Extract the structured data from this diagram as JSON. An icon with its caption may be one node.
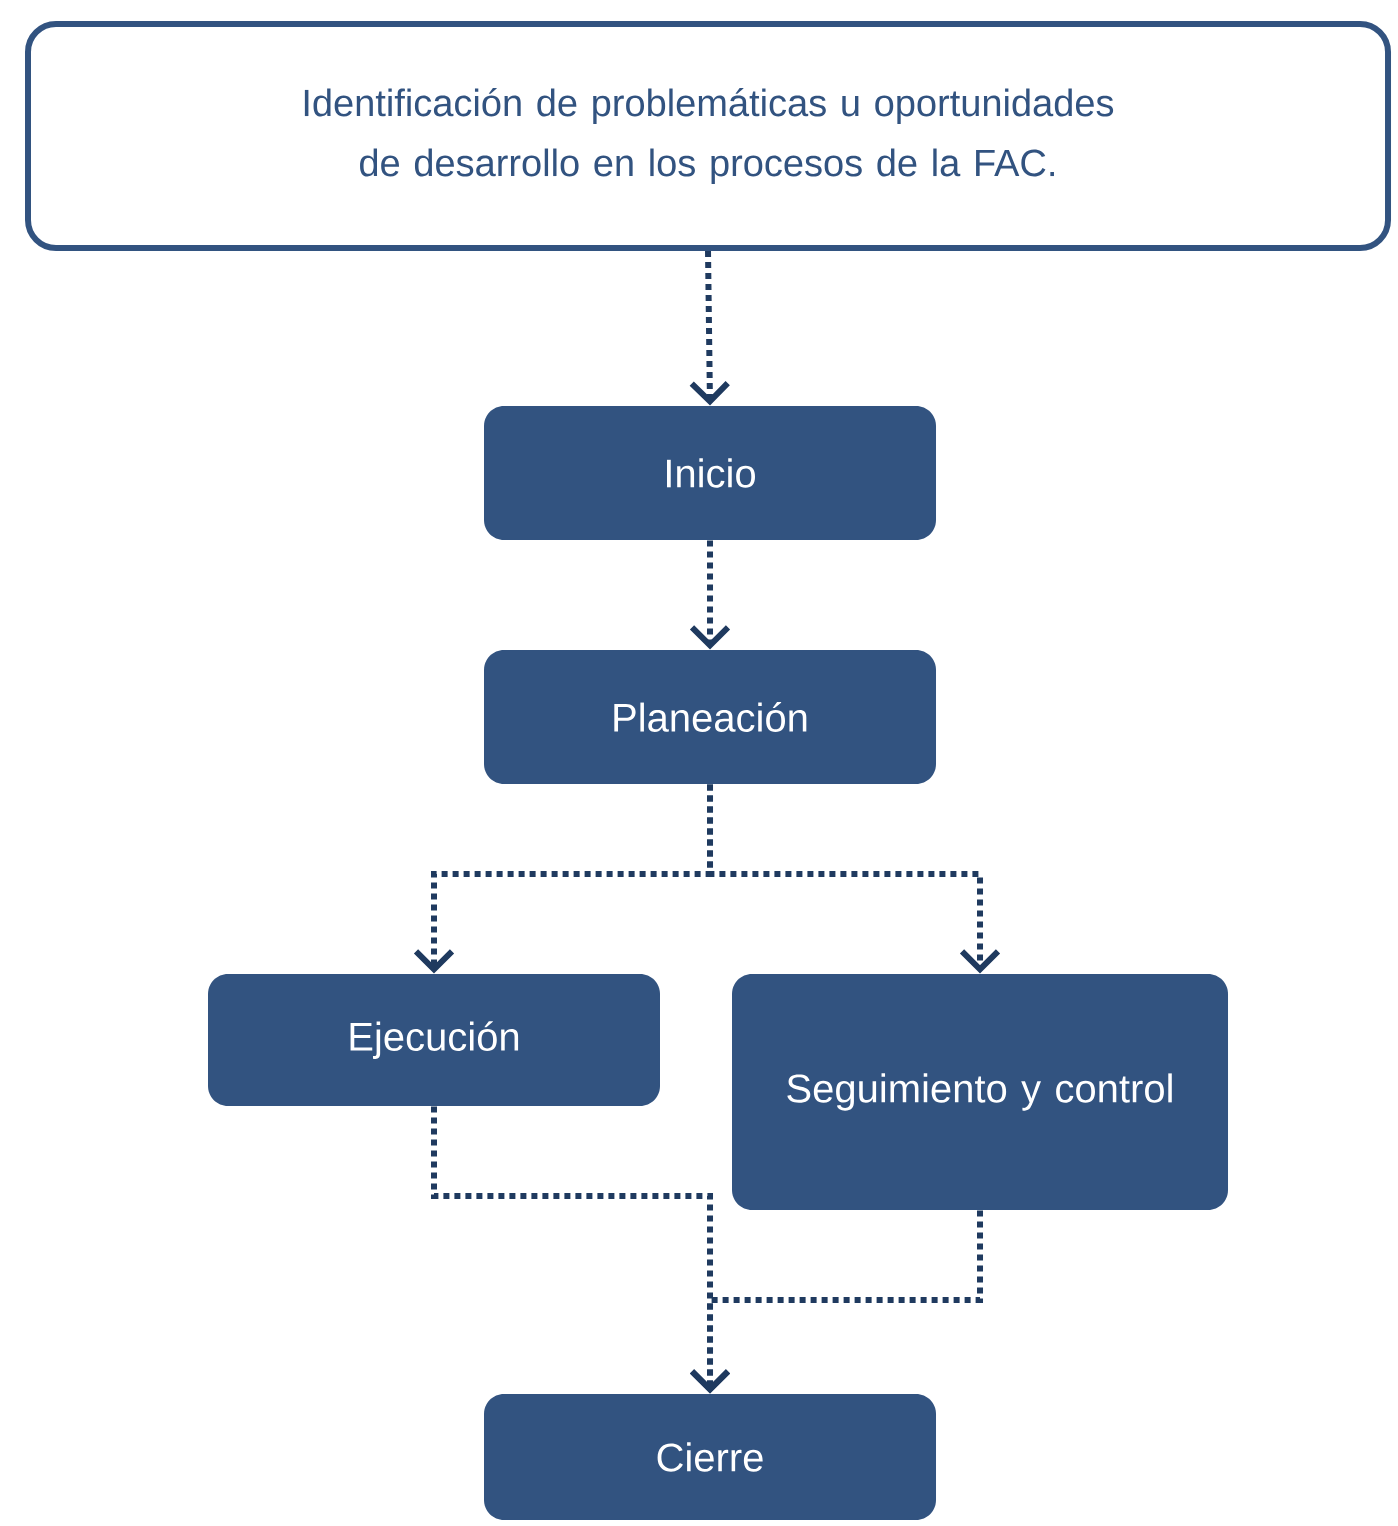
{
  "diagram": {
    "nodes": [
      {
        "text": [
          "Identificación de problemáticas u oportunidades de desarrollo en los procesos de la FAC."
        ]
      },
      {
        "text": [
          "Inicio"
        ]
      },
      {
        "text": [
          "Planeación"
        ]
      },
      {
        "text": [
          "Ejecución"
        ]
      },
      {
        "text": [
          "Seguimiento y control"
        ]
      },
      {
        "text": [
          "Cierre"
        ]
      }
    ],
    "edges": [
      {
        "from": 0,
        "to": 1,
        "arrow": "to"
      },
      {
        "from": 1,
        "to": 2,
        "arrow": "to"
      },
      {
        "from": 2,
        "to": 3,
        "arrow": "to"
      },
      {
        "from": 2,
        "to": 4,
        "arrow": "to"
      },
      {
        "from": 3,
        "to": 5,
        "arrow": "to"
      },
      {
        "from": 4,
        "to": 5,
        "arrow": "to"
      }
    ]
  }
}
